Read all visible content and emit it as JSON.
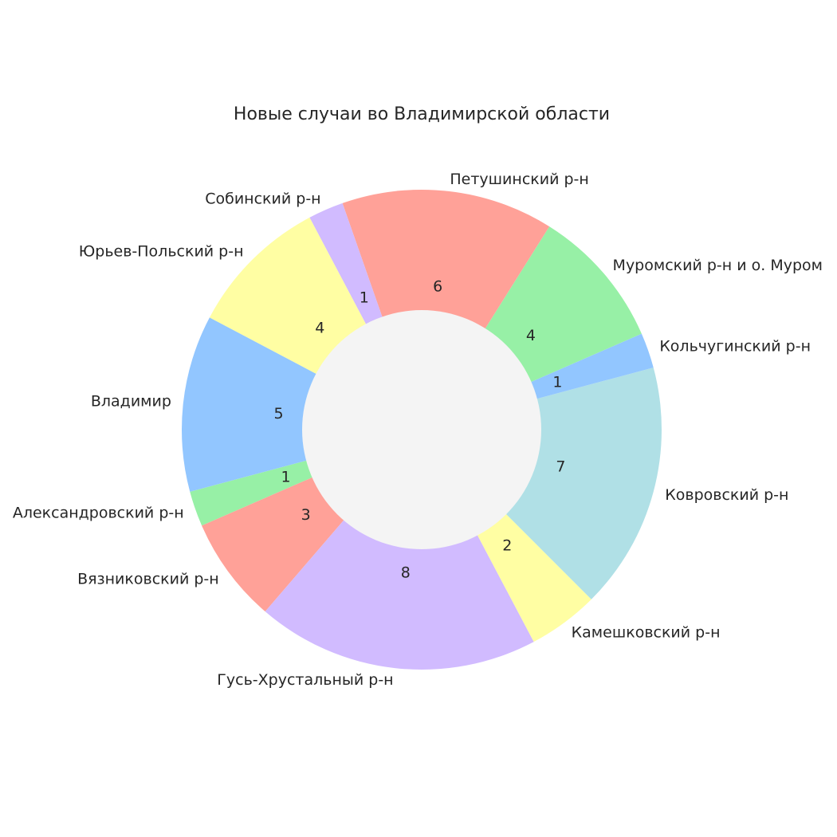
{
  "chart_data": {
    "type": "pie",
    "donut": true,
    "title": "Новые случаи во Владимирской области",
    "categories": [
      "Александровский р-н",
      "Вязниковский р-н",
      "Гусь-Хрустальный р-н",
      "Камешковский р-н",
      "Ковровский р-н",
      "Кольчугинский р-н",
      "Муромский р-н и о. Муром",
      "Петушинский р-н",
      "Собинский р-н",
      "Юрьев-Польский р-н",
      "Владимир"
    ],
    "values": [
      1,
      3,
      8,
      2,
      7,
      1,
      4,
      6,
      1,
      4,
      5
    ],
    "colors": [
      "#97f0a6",
      "#ffa198",
      "#d1bbff",
      "#fffea3",
      "#b0e0e6",
      "#92c6ff",
      "#97f0a6",
      "#ffa198",
      "#d1bbff",
      "#fffea3",
      "#92c6ff"
    ],
    "center_color": "#f4f4f4",
    "start_angle_deg": 195,
    "direction": "counterclockwise"
  }
}
